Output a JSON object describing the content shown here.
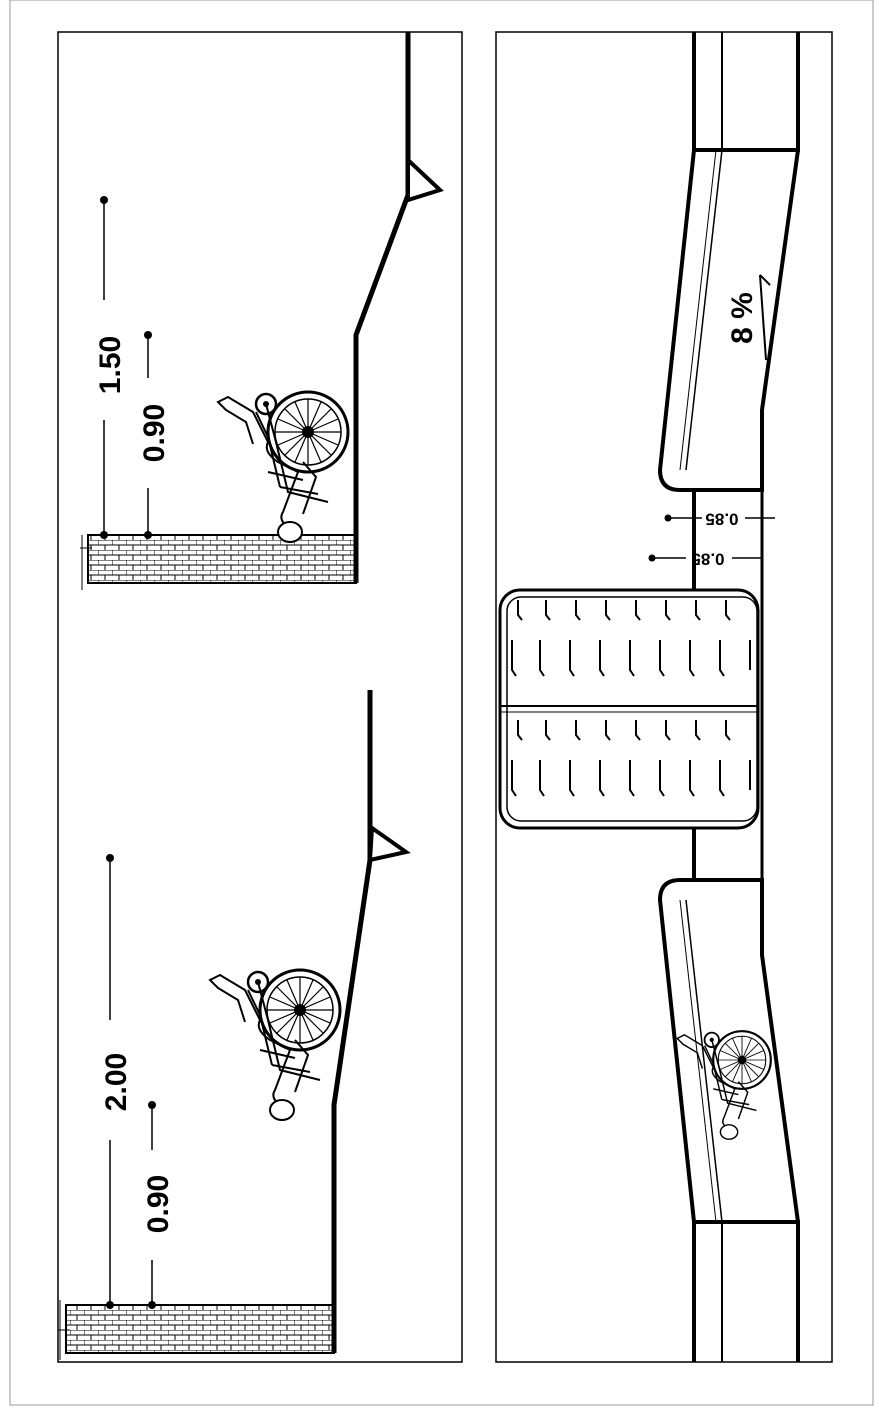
{
  "left_panel": {
    "upper_section": {
      "dim_total": "1.50",
      "dim_inner": "0.90"
    },
    "lower_section": {
      "dim_total": "2.00",
      "dim_inner": "0.90"
    }
  },
  "right_panel": {
    "slope_label": "8 %",
    "width_label_1": "0.85",
    "width_label_2": "0.85"
  }
}
